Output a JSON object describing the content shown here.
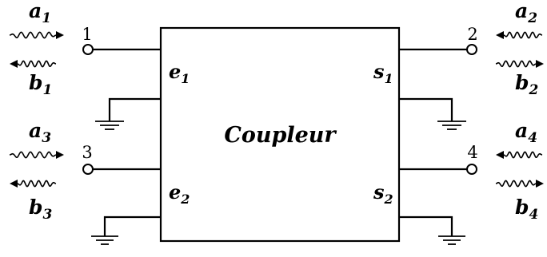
{
  "title": "Coupleur",
  "ports": [
    {
      "number": "1",
      "incoming_wave": "a1",
      "outgoing_wave": "b1"
    },
    {
      "number": "2",
      "incoming_wave": "a2",
      "outgoing_wave": "b2"
    },
    {
      "number": "3",
      "incoming_wave": "a3",
      "outgoing_wave": "b3"
    },
    {
      "number": "4",
      "incoming_wave": "a4",
      "outgoing_wave": "b4"
    }
  ],
  "inner_labels": {
    "e1": {
      "base": "e",
      "sub": "1"
    },
    "e2": {
      "base": "e",
      "sub": "2"
    },
    "s1": {
      "base": "s",
      "sub": "1"
    },
    "s2": {
      "base": "s",
      "sub": "2"
    }
  },
  "waves": {
    "a1": {
      "base": "a",
      "sub": "1"
    },
    "b1": {
      "base": "b",
      "sub": "1"
    },
    "a2": {
      "base": "a",
      "sub": "2"
    },
    "b2": {
      "base": "b",
      "sub": "2"
    },
    "a3": {
      "base": "a",
      "sub": "3"
    },
    "b3": {
      "base": "b",
      "sub": "3"
    },
    "a4": {
      "base": "a",
      "sub": "4"
    },
    "b4": {
      "base": "b",
      "sub": "4"
    }
  }
}
